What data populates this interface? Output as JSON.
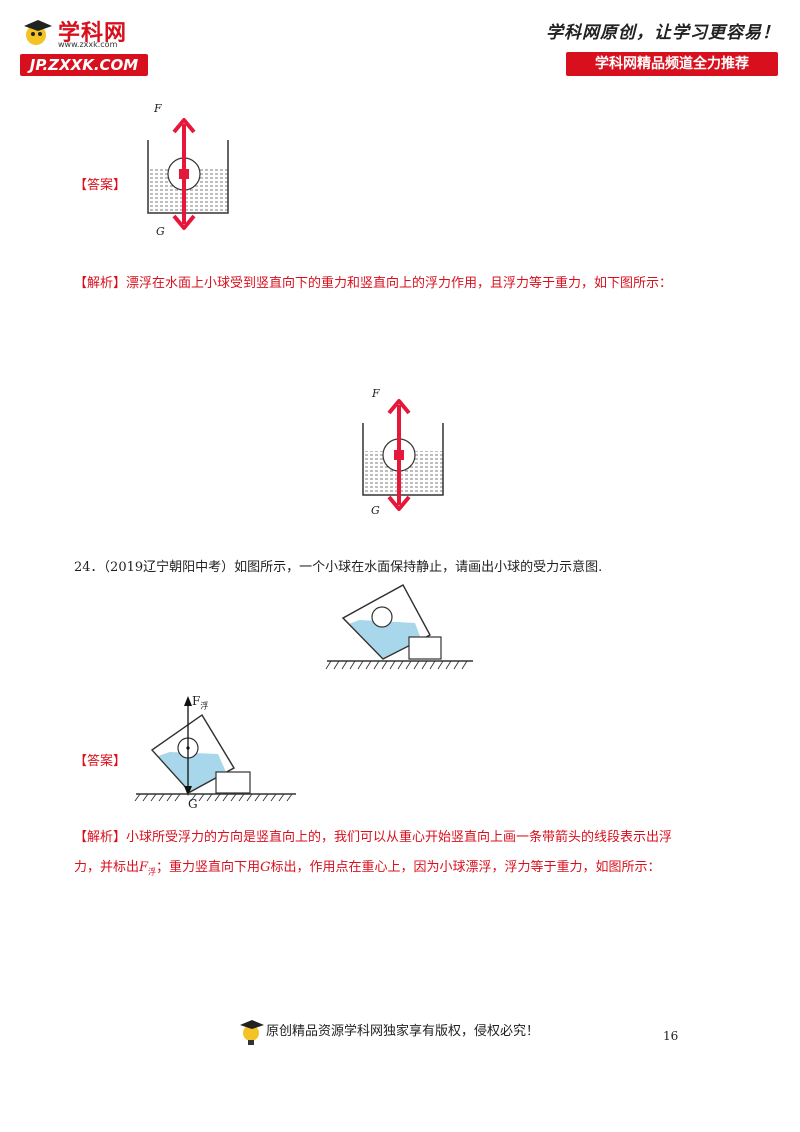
{
  "header": {
    "logo_name": "学科网",
    "logo_url": "www.zxxk.com",
    "logo_bar": "JP.ZXXK.COM",
    "slogan": "学科网原创，让学习更容易！",
    "banner": "学科网精品频道全力推荐"
  },
  "answer1": {
    "tag": "【答案】",
    "label_f": "F",
    "label_g": "G"
  },
  "analysis1": {
    "tag": "【解析】",
    "text": "漂浮在水面上小球受到竖直向下的重力和竖直向上的浮力作用，且浮力等于重力，如下图所示："
  },
  "figure2": {
    "label_f": "F",
    "label_g": "G"
  },
  "question24": {
    "number": "24．",
    "text": "（2019辽宁朝阳中考）如图所示，一个小球在水面保持静止，请画出小球的受力示意图."
  },
  "answer2": {
    "tag": "【答案】",
    "label_f": "F",
    "label_f_sub": "浮",
    "label_g": "G"
  },
  "analysis2": {
    "tag": "【解析】",
    "line1": "小球所受浮力的方向是竖直向上的，我们可以从重心开始竖直向上画一条带箭头的线段表示出浮",
    "line2_a": "力，并标出",
    "line2_f": "F",
    "line2_sub": "浮",
    "line2_b": "；重力竖直向下用",
    "line2_g": "G",
    "line2_c": "标出，作用点在重心上，因为小球漂浮，浮力等于重力，如图所示："
  },
  "footer": {
    "text": "原创精品资源学科网独家享有版权，侵权必究！",
    "page": "16"
  },
  "colors": {
    "brand_red": "#d8101e",
    "arrow_red": "#e5173a",
    "water_blue": "#a8d6ea"
  }
}
